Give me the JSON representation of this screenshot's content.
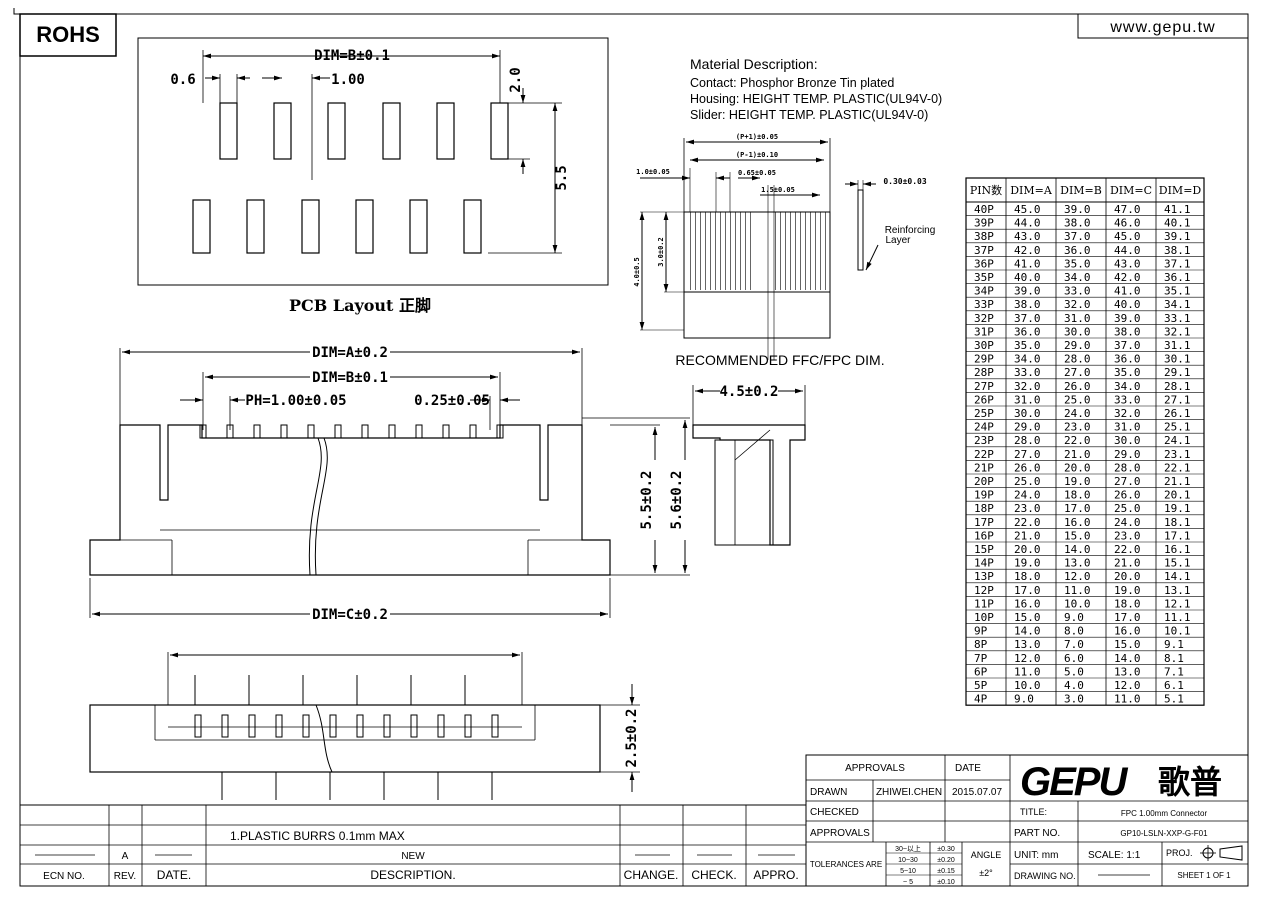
{
  "header": {
    "rohs": "ROHS",
    "website": "www.gepu.tw"
  },
  "pcb_layout": {
    "title": "PCB Layout 正脚",
    "dims": {
      "overall": "DIM=B±0.1",
      "pad_width": "0.6",
      "pitch": "1.00",
      "pad_height": "2.0",
      "row_span": "5.5"
    }
  },
  "material": {
    "title": "Material Description:",
    "lines": [
      "Contact: Phosphor Bronze Tin plated",
      "Housing: HEIGHT TEMP. PLASTIC(UL94V-0)",
      "Slider: HEIGHT TEMP. PLASTIC(UL94V-0)"
    ]
  },
  "fpc": {
    "caption": "RECOMMENDED FFC/FPC DIM.",
    "dims": {
      "p1": "(P+1)±0.05",
      "p_1": "(P-1)±0.10",
      "d065": "0.65±0.05",
      "d10": "1.0±0.05",
      "d15": "1.5±0.05",
      "d30": "3.0±0.2",
      "d40": "4.0±0.5",
      "thick": "0.30±0.03"
    },
    "reinforcing": [
      "Reinforcing",
      "Layer"
    ]
  },
  "front_view": {
    "dim_a": "DIM=A±0.2",
    "dim_b": "DIM=B±0.1",
    "pitch": "PH=1.00±0.05",
    "pin_w": "0.25±0.05",
    "h1": "5.5±0.2",
    "h2": "5.6±0.2",
    "dim_c": "DIM=C±0.2"
  },
  "side_view": {
    "depth": "4.5±0.2"
  },
  "bottom_view": {
    "height": "2.5±0.2"
  },
  "dim_table": {
    "headers": [
      "PIN数",
      "DIM=A",
      "DIM=B",
      "DIM=C",
      "DIM=D"
    ],
    "rows": [
      [
        "40P",
        "45.0",
        "39.0",
        "47.0",
        "41.1"
      ],
      [
        "39P",
        "44.0",
        "38.0",
        "46.0",
        "40.1"
      ],
      [
        "38P",
        "43.0",
        "37.0",
        "45.0",
        "39.1"
      ],
      [
        "37P",
        "42.0",
        "36.0",
        "44.0",
        "38.1"
      ],
      [
        "36P",
        "41.0",
        "35.0",
        "43.0",
        "37.1"
      ],
      [
        "35P",
        "40.0",
        "34.0",
        "42.0",
        "36.1"
      ],
      [
        "34P",
        "39.0",
        "33.0",
        "41.0",
        "35.1"
      ],
      [
        "33P",
        "38.0",
        "32.0",
        "40.0",
        "34.1"
      ],
      [
        "32P",
        "37.0",
        "31.0",
        "39.0",
        "33.1"
      ],
      [
        "31P",
        "36.0",
        "30.0",
        "38.0",
        "32.1"
      ],
      [
        "30P",
        "35.0",
        "29.0",
        "37.0",
        "31.1"
      ],
      [
        "29P",
        "34.0",
        "28.0",
        "36.0",
        "30.1"
      ],
      [
        "28P",
        "33.0",
        "27.0",
        "35.0",
        "29.1"
      ],
      [
        "27P",
        "32.0",
        "26.0",
        "34.0",
        "28.1"
      ],
      [
        "26P",
        "31.0",
        "25.0",
        "33.0",
        "27.1"
      ],
      [
        "25P",
        "30.0",
        "24.0",
        "32.0",
        "26.1"
      ],
      [
        "24P",
        "29.0",
        "23.0",
        "31.0",
        "25.1"
      ],
      [
        "23P",
        "28.0",
        "22.0",
        "30.0",
        "24.1"
      ],
      [
        "22P",
        "27.0",
        "21.0",
        "29.0",
        "23.1"
      ],
      [
        "21P",
        "26.0",
        "20.0",
        "28.0",
        "22.1"
      ],
      [
        "20P",
        "25.0",
        "19.0",
        "27.0",
        "21.1"
      ],
      [
        "19P",
        "24.0",
        "18.0",
        "26.0",
        "20.1"
      ],
      [
        "18P",
        "23.0",
        "17.0",
        "25.0",
        "19.1"
      ],
      [
        "17P",
        "22.0",
        "16.0",
        "24.0",
        "18.1"
      ],
      [
        "16P",
        "21.0",
        "15.0",
        "23.0",
        "17.1"
      ],
      [
        "15P",
        "20.0",
        "14.0",
        "22.0",
        "16.1"
      ],
      [
        "14P",
        "19.0",
        "13.0",
        "21.0",
        "15.1"
      ],
      [
        "13P",
        "18.0",
        "12.0",
        "20.0",
        "14.1"
      ],
      [
        "12P",
        "17.0",
        "11.0",
        "19.0",
        "13.1"
      ],
      [
        "11P",
        "16.0",
        "10.0",
        "18.0",
        "12.1"
      ],
      [
        "10P",
        "15.0",
        "9.0",
        "17.0",
        "11.1"
      ],
      [
        "9P",
        "14.0",
        "8.0",
        "16.0",
        "10.1"
      ],
      [
        "8P",
        "13.0",
        "7.0",
        "15.0",
        "9.1"
      ],
      [
        "7P",
        "12.0",
        "6.0",
        "14.0",
        "8.1"
      ],
      [
        "6P",
        "11.0",
        "5.0",
        "13.0",
        "7.1"
      ],
      [
        "5P",
        "10.0",
        "4.0",
        "12.0",
        "6.1"
      ],
      [
        "4P",
        "9.0",
        "3.0",
        "11.0",
        "5.1"
      ]
    ]
  },
  "revision": {
    "note": "1.PLASTIC BURRS 0.1mm MAX",
    "rev": "A",
    "new": "NEW",
    "headers": [
      "ECN NO.",
      "REV.",
      "DATE.",
      "DESCRIPTION.",
      "CHANGE.",
      "CHECK.",
      "APPRO."
    ]
  },
  "title_block": {
    "approvals": "APPROVALS",
    "date": "DATE",
    "drawn": "DRAWN",
    "drawn_by": "ZHIWEI.CHEN",
    "drawn_date": "2015.07.07",
    "checked": "CHECKED",
    "approvals2": "APPROVALS",
    "tolerances": "TOLERANCES ARE",
    "tol_ranges": [
      "30~以上",
      "10~30",
      "5~10",
      "~ 5"
    ],
    "tol_values": [
      "±0.30",
      "±0.20",
      "±0.15",
      "±0.10"
    ],
    "angle": "ANGLE",
    "angle_val": "±2°",
    "logo": "GEPU",
    "logo_cn": "歌普",
    "title_label": "TITLE:",
    "title": "FPC 1.00mm  Connector",
    "part_label": "PART NO.",
    "part_no": "GP10-LSLN-XXP-G-F01",
    "unit": "UNIT: mm",
    "scale": "SCALE:  1:1",
    "proj": "PROJ.",
    "drawing_no": "DRAWING NO.",
    "sheet": "SHEET  1 OF 1"
  }
}
